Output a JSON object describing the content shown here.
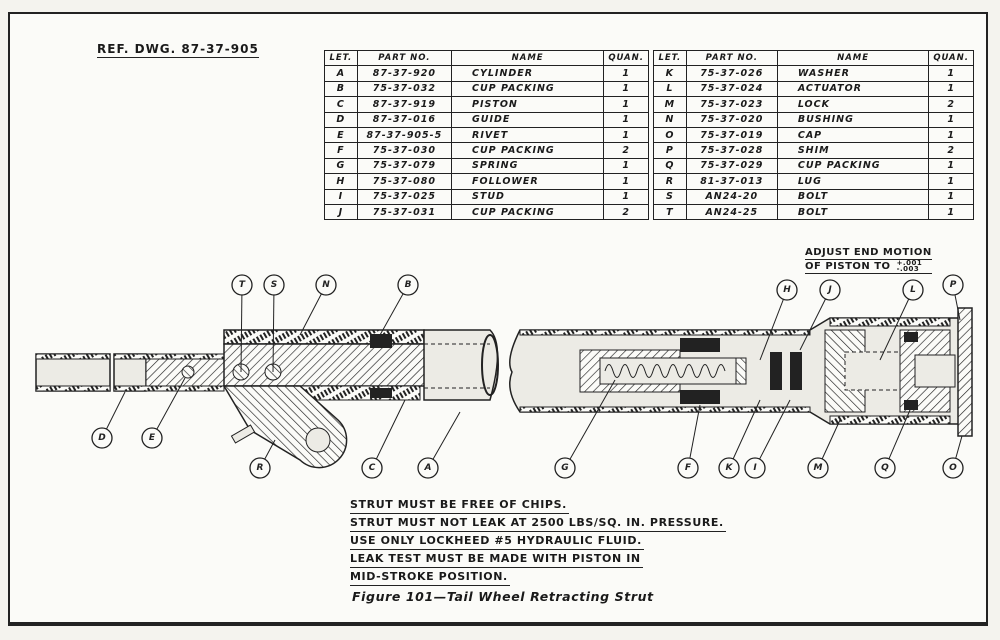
{
  "ref_drawing": "REF. DWG. 87-37-905",
  "parts_table_headers": {
    "letter": "LET.",
    "part_no": "PART NO.",
    "name": "NAME",
    "quantity": "QUAN."
  },
  "parts_left": [
    {
      "letter": "A",
      "part_no": "87-37-920",
      "name": "CYLINDER",
      "quantity": "1"
    },
    {
      "letter": "B",
      "part_no": "75-37-032",
      "name": "CUP PACKING",
      "quantity": "1"
    },
    {
      "letter": "C",
      "part_no": "87-37-919",
      "name": "PISTON",
      "quantity": "1"
    },
    {
      "letter": "D",
      "part_no": "87-37-016",
      "name": "GUIDE",
      "quantity": "1"
    },
    {
      "letter": "E",
      "part_no": "87-37-905-5",
      "name": "RIVET",
      "quantity": "1"
    },
    {
      "letter": "F",
      "part_no": "75-37-030",
      "name": "CUP PACKING",
      "quantity": "2"
    },
    {
      "letter": "G",
      "part_no": "75-37-079",
      "name": "SPRING",
      "quantity": "1"
    },
    {
      "letter": "H",
      "part_no": "75-37-080",
      "name": "FOLLOWER",
      "quantity": "1"
    },
    {
      "letter": "I",
      "part_no": "75-37-025",
      "name": "STUD",
      "quantity": "1"
    },
    {
      "letter": "J",
      "part_no": "75-37-031",
      "name": "CUP PACKING",
      "quantity": "2"
    }
  ],
  "parts_right": [
    {
      "letter": "K",
      "part_no": "75-37-026",
      "name": "WASHER",
      "quantity": "1"
    },
    {
      "letter": "L",
      "part_no": "75-37-024",
      "name": "ACTUATOR",
      "quantity": "1"
    },
    {
      "letter": "M",
      "part_no": "75-37-023",
      "name": "LOCK",
      "quantity": "2"
    },
    {
      "letter": "N",
      "part_no": "75-37-020",
      "name": "BUSHING",
      "quantity": "1"
    },
    {
      "letter": "O",
      "part_no": "75-37-019",
      "name": "CAP",
      "quantity": "1"
    },
    {
      "letter": "P",
      "part_no": "75-37-028",
      "name": "SHIM",
      "quantity": "2"
    },
    {
      "letter": "Q",
      "part_no": "75-37-029",
      "name": "CUP PACKING",
      "quantity": "1"
    },
    {
      "letter": "R",
      "part_no": "81-37-013",
      "name": "LUG",
      "quantity": "1"
    },
    {
      "letter": "S",
      "part_no": "AN24-20",
      "name": "BOLT",
      "quantity": "1"
    },
    {
      "letter": "T",
      "part_no": "AN24-25",
      "name": "BOLT",
      "quantity": "1"
    }
  ],
  "adjust_note": {
    "line1": "ADJUST END MOTION",
    "line2": "OF PISTON TO",
    "tol_plus": "+.001",
    "tol_minus": "-.003"
  },
  "callouts": [
    "T",
    "S",
    "N",
    "B",
    "H",
    "J",
    "L",
    "P",
    "D",
    "E",
    "R",
    "C",
    "A",
    "G",
    "F",
    "K",
    "I",
    "M",
    "Q",
    "O"
  ],
  "notes": [
    "STRUT MUST BE FREE OF CHIPS.",
    "STRUT MUST NOT LEAK AT 2500 LBS/SQ. IN. PRESSURE.",
    "USE ONLY LOCKHEED #5 HYDRAULIC FLUID.",
    "LEAK TEST MUST BE MADE WITH PISTON IN",
    "MID-STROKE POSITION."
  ],
  "caption": "Figure 101—Tail Wheel Retracting Strut"
}
